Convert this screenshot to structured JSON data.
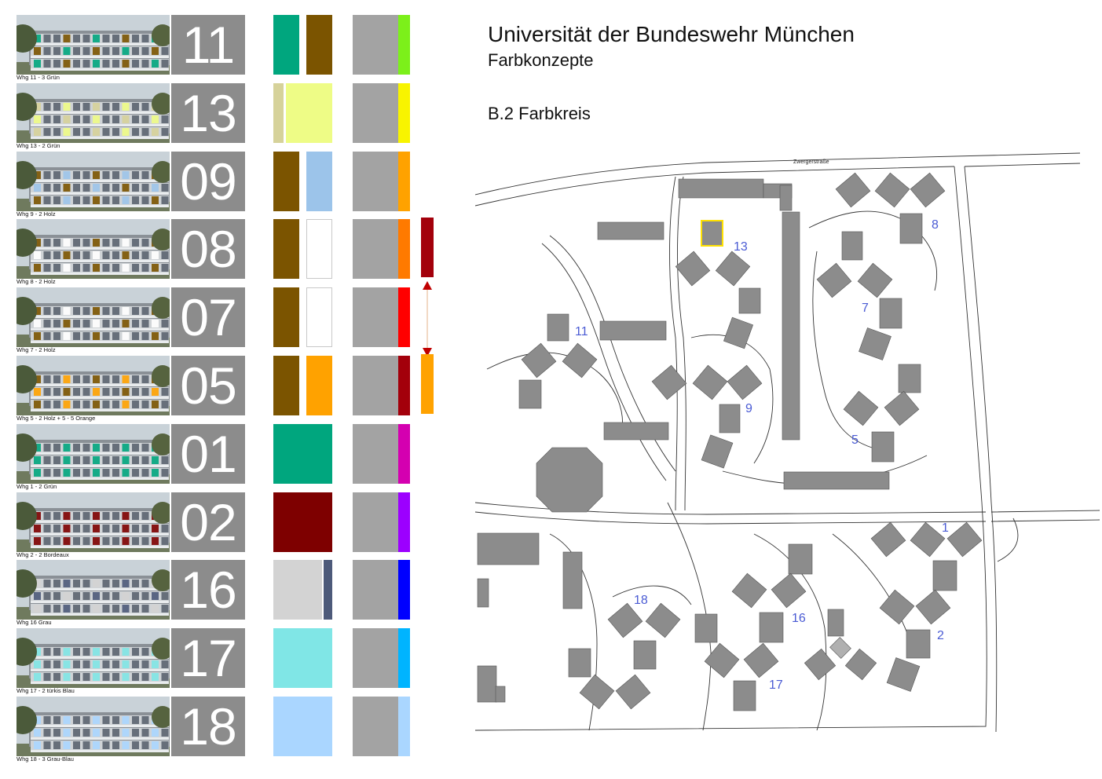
{
  "header": {
    "title": "Universität der Bundeswehr München",
    "subtitle": "Farbkonzepte",
    "section": "B.2 Farbkreis"
  },
  "buildings": [
    {
      "number": "11",
      "caption": "Whg 11 - 3 Grün",
      "swatches": [
        "#00a67e",
        "#7b5400"
      ],
      "accent": "#7cf01a"
    },
    {
      "number": "13",
      "caption": "Whg 13 - 2 Grün",
      "swatches": [
        "#d6d29a",
        "#eefc86"
      ],
      "accent": "#f8f400"
    },
    {
      "number": "09",
      "caption": "Whg 9 - 2 Holz",
      "swatches": [
        "#7b5400",
        "#9cc4ea"
      ],
      "accent": "#ffa200"
    },
    {
      "number": "08",
      "caption": "Whg 8 - 2 Holz",
      "swatches": [
        "#7b5400",
        "#ffffff"
      ],
      "accent": "#ff7a00"
    },
    {
      "number": "07",
      "caption": "Whg 7 - 2 Holz",
      "swatches": [
        "#7b5400",
        "#ffffff"
      ],
      "accent": "#ff0000"
    },
    {
      "number": "05",
      "caption": "Whg 5 - 2 Holz + 5 - 5 Orange",
      "swatches": [
        "#7b5400",
        "#ffa200"
      ],
      "accent": "#a3000b"
    },
    {
      "number": "01",
      "caption": "Whg 1 - 2 Grün",
      "swatches": [
        "#00a67e"
      ],
      "accent": "#d400b0"
    },
    {
      "number": "02",
      "caption": "Whg 2 - 2 Bordeaux",
      "swatches": [
        "#7e0000"
      ],
      "accent": "#9c00ff"
    },
    {
      "number": "16",
      "caption": "Whg 16 Grau",
      "swatches": [
        "#d3d3d3",
        "#4d5a7a"
      ],
      "accent": "#0000ff"
    },
    {
      "number": "17",
      "caption": "Whg 17 - 2 türkis Blau",
      "swatches": [
        "#80e6e6"
      ],
      "accent": "#00b4ff"
    },
    {
      "number": "18",
      "caption": "Whg 18 - 3 Grau-Blau",
      "swatches": [
        "#aad6ff"
      ],
      "accent": "#aad6ff"
    }
  ],
  "transition_bar": {
    "top_color": "#a3000b",
    "bottom_color": "#ffa200",
    "arrow_color": "#c00000"
  },
  "map": {
    "street_name": "Zwergerstraße",
    "labels": [
      "13",
      "8",
      "7",
      "11",
      "9",
      "5",
      "1",
      "18",
      "16",
      "2",
      "17"
    ],
    "building_fill": "#8c8c8c",
    "label_color": "#4a5bd4"
  }
}
